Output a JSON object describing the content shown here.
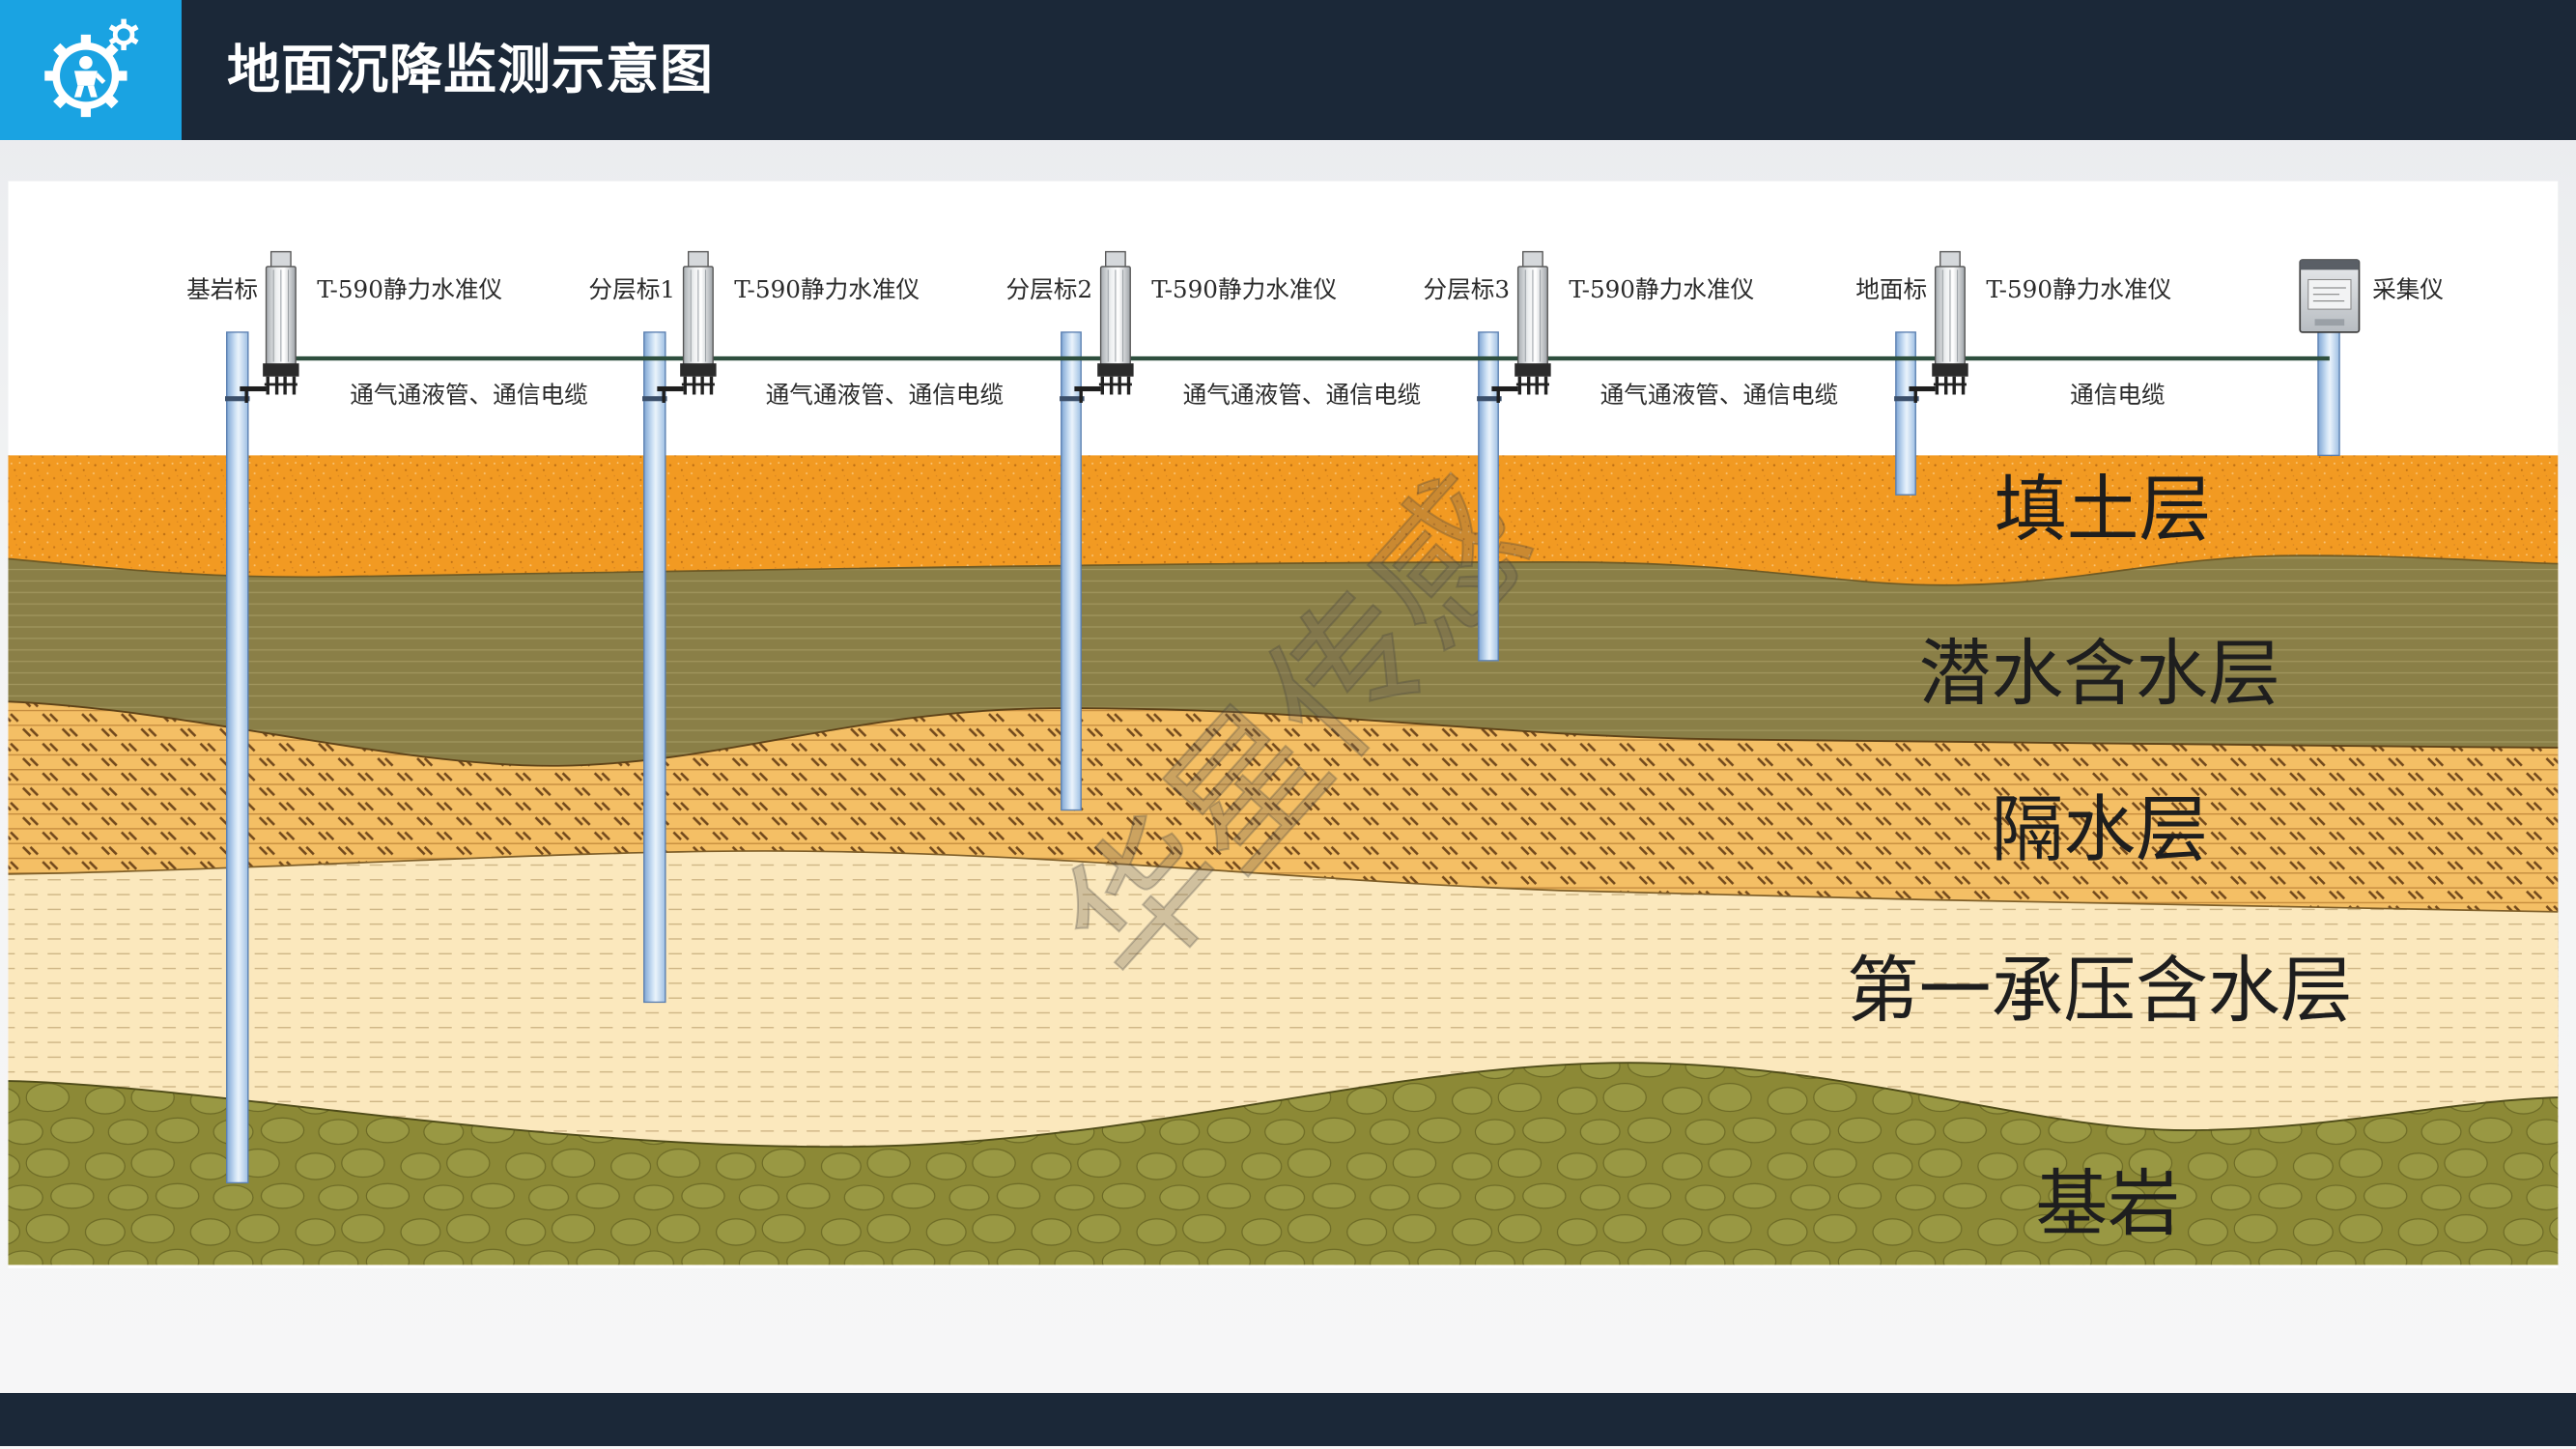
{
  "header": {
    "title": "地面沉降监测示意图",
    "logo_icon": "gear-worker-icon"
  },
  "theme": {
    "header_bg": "#1b2838",
    "logo_bg": "#1aa3e2",
    "cable_color": "#2e4f3e",
    "pipe_color": "#9ebfe3"
  },
  "stations": [
    {
      "name": "基岩标",
      "sensor_label": "T-590静力水准仪",
      "cable_label": "通气通液管、通信电缆"
    },
    {
      "name": "分层标1",
      "sensor_label": "T-590静力水准仪",
      "cable_label": "通气通液管、通信电缆"
    },
    {
      "name": "分层标2",
      "sensor_label": "T-590静力水准仪",
      "cable_label": "通气通液管、通信电缆"
    },
    {
      "name": "分层标3",
      "sensor_label": "T-590静力水准仪",
      "cable_label": "通气通液管、通信电缆"
    },
    {
      "name": "地面标",
      "sensor_label": "T-590静力水准仪",
      "cable_label": "通信电缆"
    }
  ],
  "collector": {
    "label": "采集仪",
    "icon": "data-logger-icon"
  },
  "layers": [
    {
      "name": "填土层",
      "color": "#f29a22"
    },
    {
      "name": "潜水含水层",
      "color": "#8a7f47"
    },
    {
      "name": "隔水层",
      "color": "#f4bf65"
    },
    {
      "name": "第一承压含水层",
      "color": "#fbe8bd"
    },
    {
      "name": "基岩",
      "color": "#8c8936"
    }
  ],
  "watermark": "华星传感"
}
